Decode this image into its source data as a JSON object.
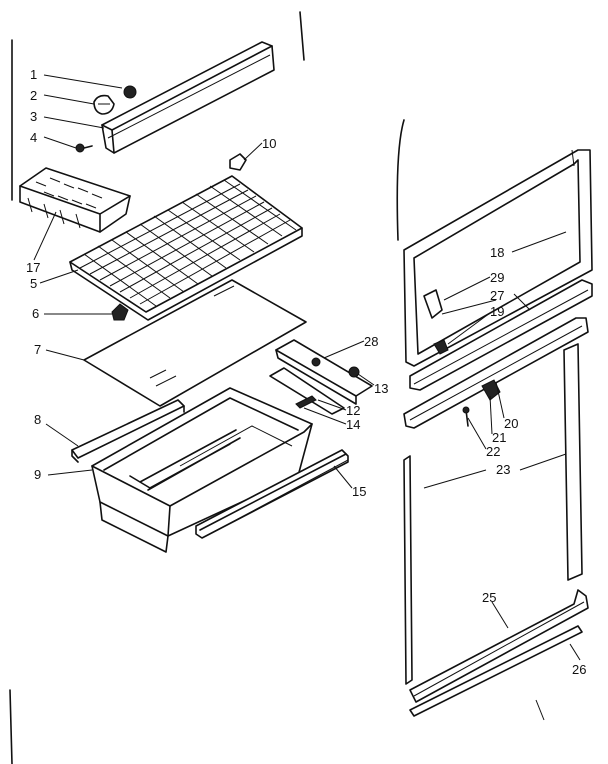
{
  "diagram": {
    "callouts": [
      {
        "id": "1",
        "label": "1"
      },
      {
        "id": "2",
        "label": "2"
      },
      {
        "id": "3",
        "label": "3"
      },
      {
        "id": "4",
        "label": "4"
      },
      {
        "id": "10",
        "label": "10"
      },
      {
        "id": "17",
        "label": "17"
      },
      {
        "id": "5",
        "label": "5"
      },
      {
        "id": "6",
        "label": "6"
      },
      {
        "id": "7",
        "label": "7"
      },
      {
        "id": "28",
        "label": "28"
      },
      {
        "id": "13",
        "label": "13"
      },
      {
        "id": "12",
        "label": "12"
      },
      {
        "id": "14",
        "label": "14"
      },
      {
        "id": "8",
        "label": "8"
      },
      {
        "id": "9",
        "label": "9"
      },
      {
        "id": "15",
        "label": "15"
      },
      {
        "id": "18",
        "label": "18"
      },
      {
        "id": "29",
        "label": "29"
      },
      {
        "id": "27",
        "label": "27"
      },
      {
        "id": "19",
        "label": "19"
      },
      {
        "id": "20",
        "label": "20"
      },
      {
        "id": "21",
        "label": "21"
      },
      {
        "id": "22",
        "label": "22"
      },
      {
        "id": "23",
        "label": "23"
      },
      {
        "id": "25",
        "label": "25"
      },
      {
        "id": "26",
        "label": "26"
      }
    ]
  }
}
